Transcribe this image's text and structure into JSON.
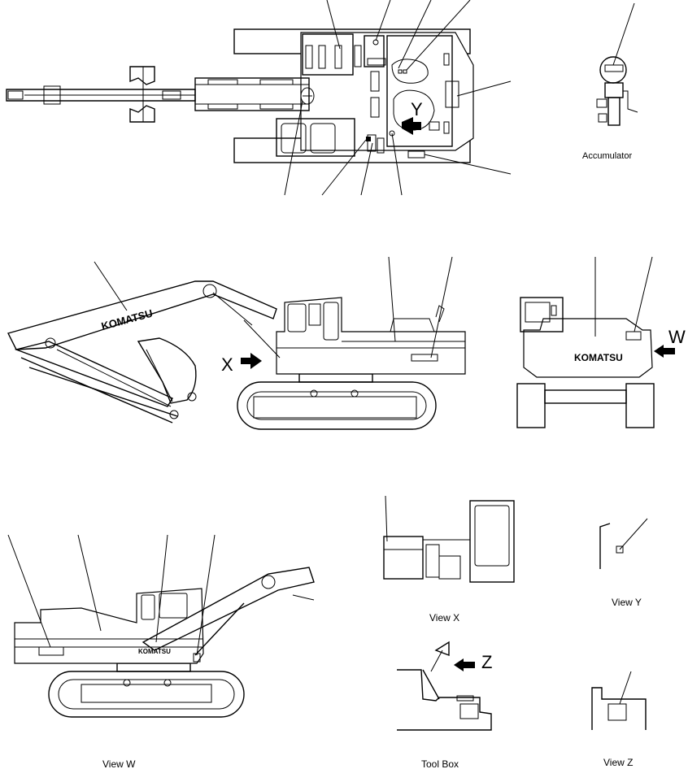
{
  "labels": {
    "accumulator": "Accumulator",
    "view_x": "View X",
    "view_y": "View Y",
    "view_z": "View Z",
    "view_w": "View W",
    "tool_box": "Tool Box"
  },
  "markers": {
    "x": "X",
    "y": "Y",
    "z": "Z",
    "w": "W"
  },
  "logo": "KOMATSU"
}
